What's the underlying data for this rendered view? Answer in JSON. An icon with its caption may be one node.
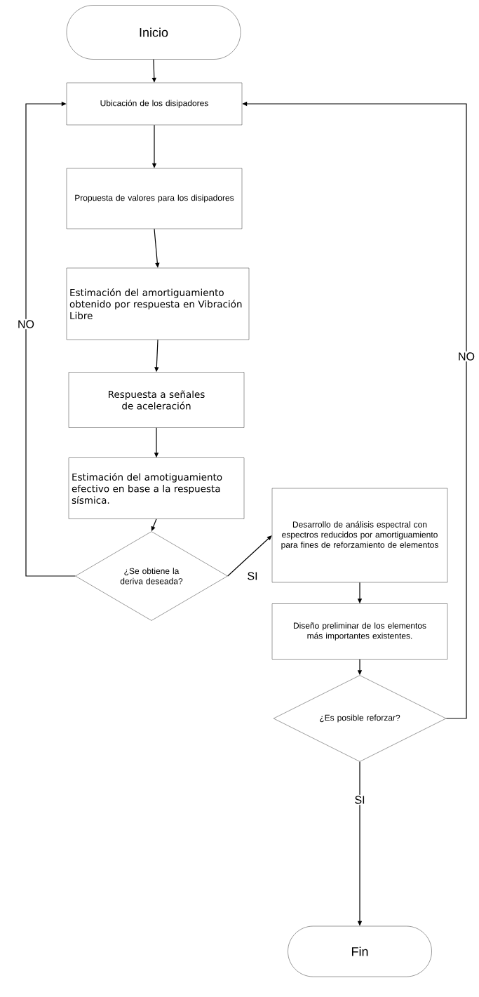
{
  "diagram": {
    "nodes": [
      {
        "text": [
          "Inicio"
        ]
      },
      {
        "text": [
          "Ubicación de los disipadores"
        ]
      },
      {
        "text": [
          "Propuesta de valores para los disipadores"
        ]
      },
      {
        "text": [
          "Estimación del amortiguamiento obtenido por respuesta en Vibración Libre"
        ]
      },
      {
        "text": [
          "Respuesta a señales de aceleración"
        ]
      },
      {
        "text": [
          "Estimación del amotiguamiento efectivo en base a la respuesta sísmica."
        ]
      },
      {
        "text": [
          "¿Se obtiene la deriva deseada?"
        ]
      },
      {
        "text": [
          "Desarrollo de análisis espectral con espectros reducidos por amortiguamiento para fines de reforzamiento de elementos"
        ]
      },
      {
        "text": [
          "Diseño preliminar de los elementos más importantes existentes."
        ]
      },
      {
        "text": [
          "¿Es posible reforzar?"
        ]
      },
      {
        "text": [
          "Fin"
        ]
      }
    ],
    "edges": [
      {
        "from": 0,
        "to": 1,
        "arrow": "to"
      },
      {
        "from": 1,
        "to": 2,
        "arrow": "to"
      },
      {
        "from": 2,
        "to": 3,
        "arrow": "to"
      },
      {
        "from": 3,
        "to": 4,
        "arrow": "to"
      },
      {
        "from": 4,
        "to": 5,
        "arrow": "to"
      },
      {
        "from": 5,
        "to": 6,
        "arrow": "to"
      },
      {
        "from": 6,
        "to": 7,
        "arrow": "to",
        "label": "SI"
      },
      {
        "from": 7,
        "to": 8,
        "arrow": "to"
      },
      {
        "from": 8,
        "to": 9,
        "arrow": "to"
      },
      {
        "from": 9,
        "to": 10,
        "arrow": "to",
        "label": "SI"
      },
      {
        "from": 6,
        "to": 1,
        "arrow": "to",
        "label": "NO"
      },
      {
        "from": 9,
        "to": 1,
        "arrow": "to",
        "label": "NO"
      }
    ]
  }
}
